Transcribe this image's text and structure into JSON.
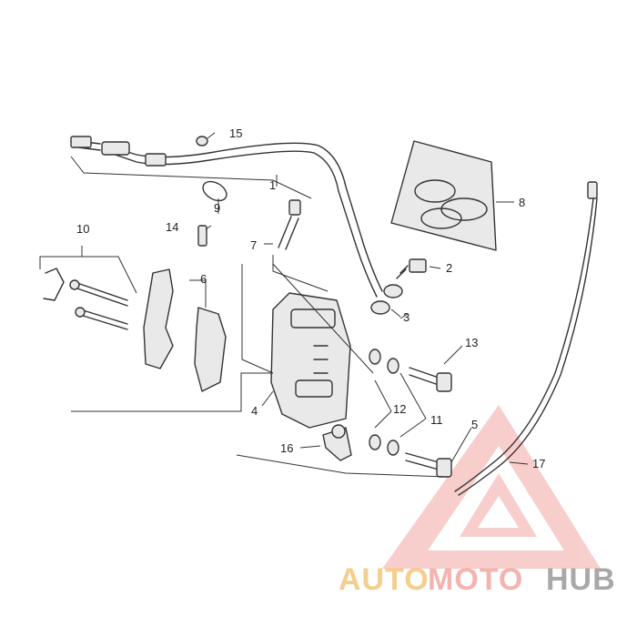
{
  "callouts": {
    "c1": "1",
    "c2": "2",
    "c3": "3",
    "c4": "4",
    "c5": "5",
    "c6": "6",
    "c7": "7",
    "c8": "8",
    "c9": "9",
    "c10": "10",
    "c11": "11",
    "c12": "12",
    "c13": "13",
    "c14": "14",
    "c15": "15",
    "c16": "16",
    "c17": "17"
  },
  "brand": {
    "part1": "AUTO",
    "part2": "MOTO",
    "part3": "HUB"
  }
}
